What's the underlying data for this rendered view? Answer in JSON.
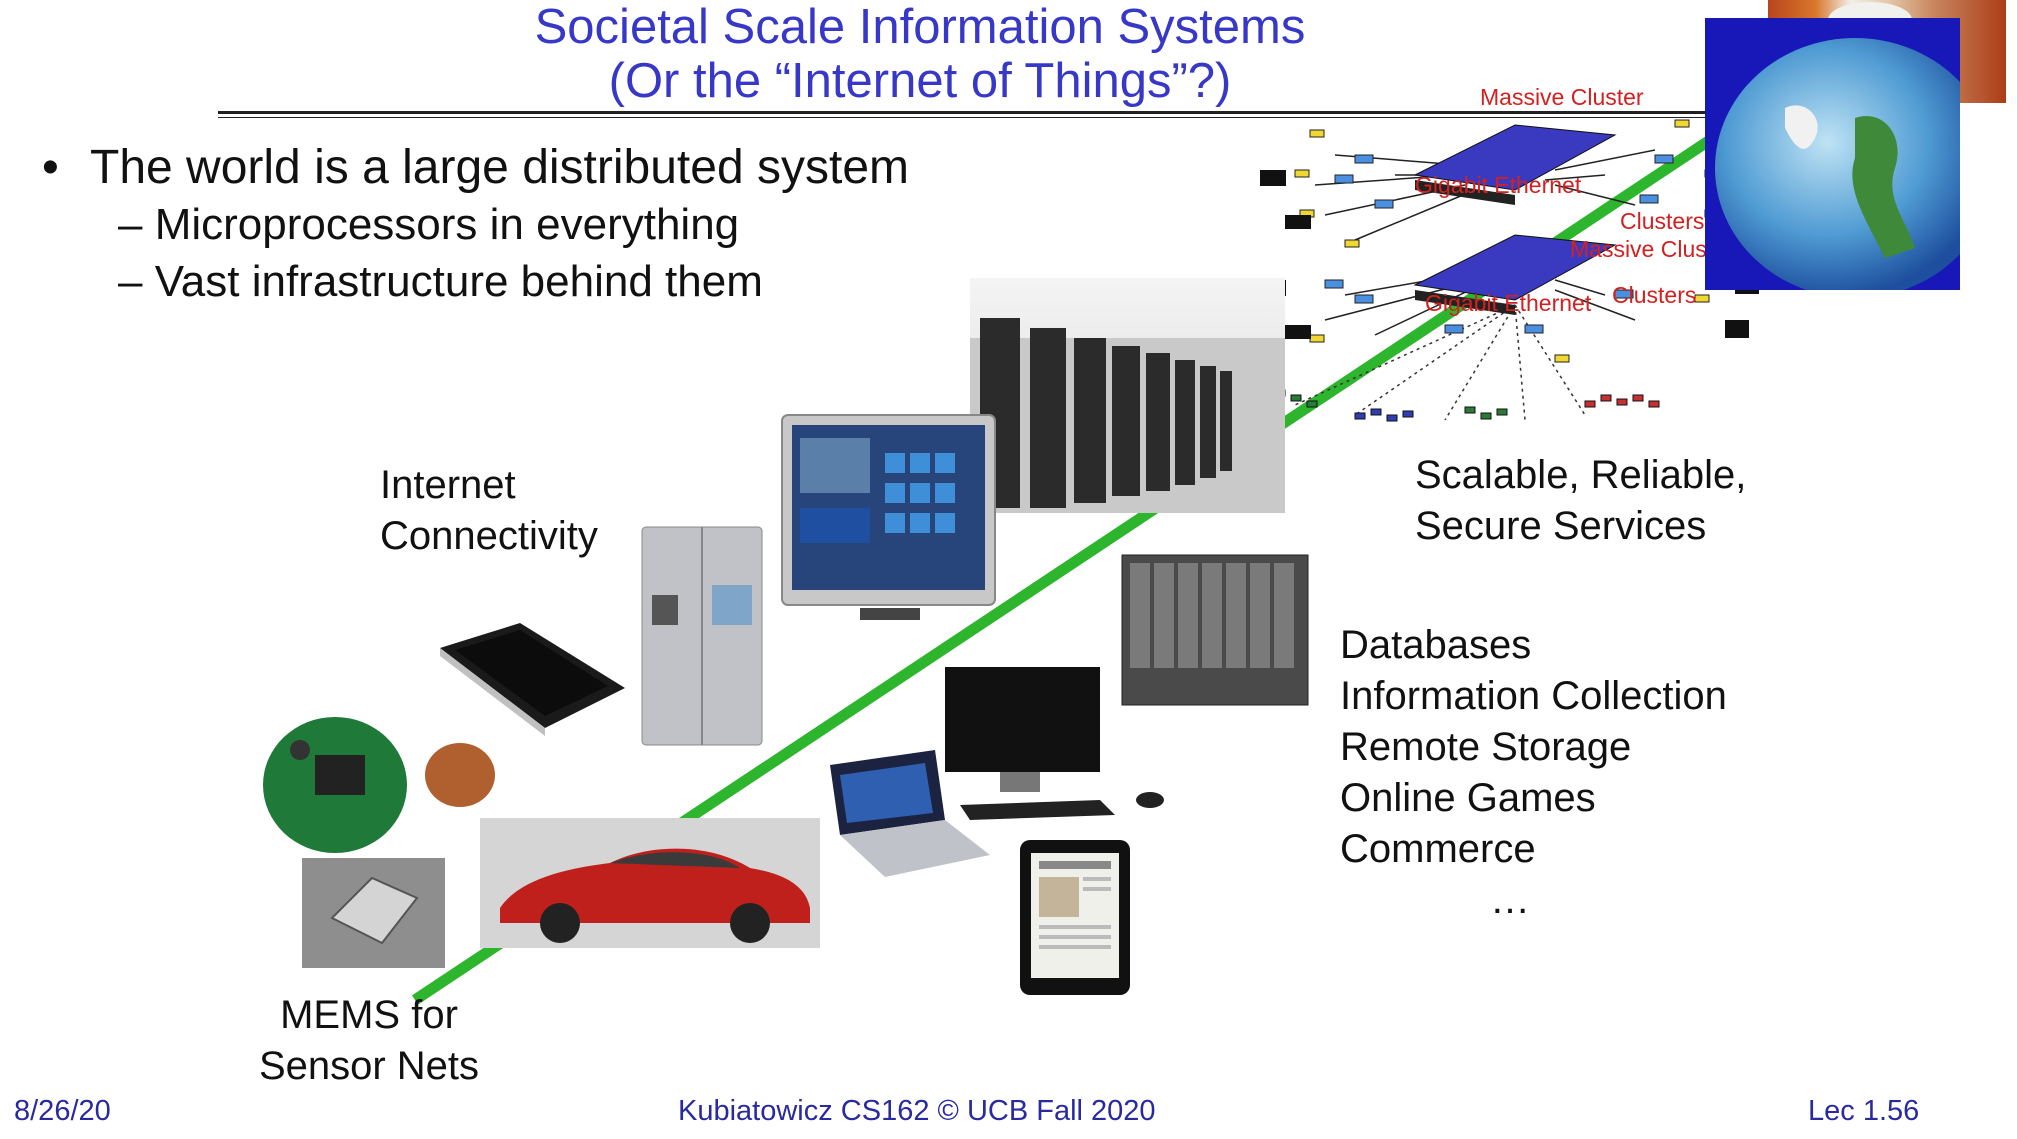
{
  "title": {
    "line1": "Societal Scale Information Systems",
    "line2": "(Or the “Internet of Things”?)"
  },
  "bullets": {
    "main": "The world is a large distributed system",
    "sub1": "– Microprocessors in everything",
    "sub2": "– Vast infrastructure behind them"
  },
  "labels": {
    "internet1": "Internet",
    "internet2": "Connectivity",
    "scalable1": "Scalable, Reliable,",
    "scalable2": "Secure Services",
    "mems1": "MEMS for",
    "mems2": "Sensor Nets"
  },
  "services": [
    "Databases",
    "Information Collection",
    "Remote Storage",
    "Online Games",
    "Commerce",
    "…"
  ],
  "cluster_labels": {
    "massive": "Massive Cluster",
    "gigabit": "Gigabit Ethernet",
    "clusters": "Clusters",
    "massive2": "Massive Cluster",
    "gigabit2": "Gigabit Ethernet",
    "clusters2": "Clusters"
  },
  "footer": {
    "date": "8/26/20",
    "course": "Kubiatowicz CS162 © UCB Fall 2020",
    "lecture": "Lec 1.56"
  },
  "colors": {
    "title": "#3737c8",
    "accent_line": "#2db52d",
    "cluster_label": "#d32020",
    "footer": "#2a2aa0"
  }
}
